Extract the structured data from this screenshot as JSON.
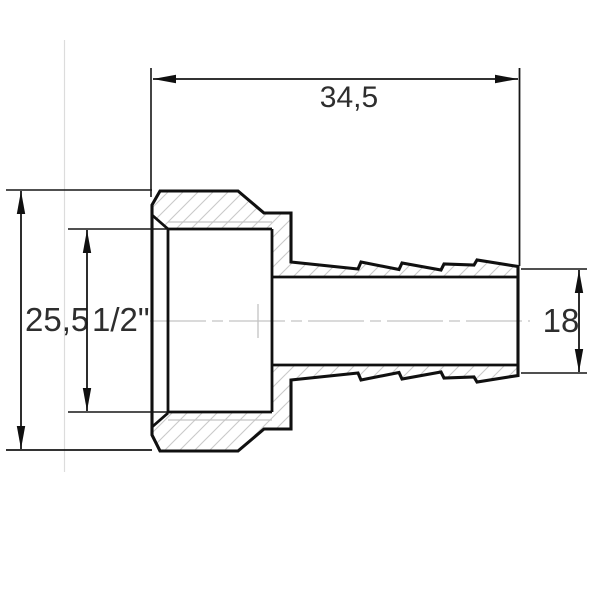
{
  "drawing": {
    "kind": "technical dimension drawing",
    "part_view": "hose barb fitting with internal thread, partial section",
    "dimensions": {
      "top_length": {
        "label": "34,5"
      },
      "left_height": {
        "label": "25,5"
      },
      "thread_size": {
        "label": "1/2\""
      },
      "right_diameter": {
        "label": "18"
      }
    },
    "colors": {
      "background": "#ffffff",
      "outline": "#101010",
      "dimension_lines": "#161616",
      "text": "#2e2e2e",
      "hatch": "#c9c9c9",
      "centerline": "#c3c3c3",
      "faint_guide": "#dcdcdc"
    }
  }
}
